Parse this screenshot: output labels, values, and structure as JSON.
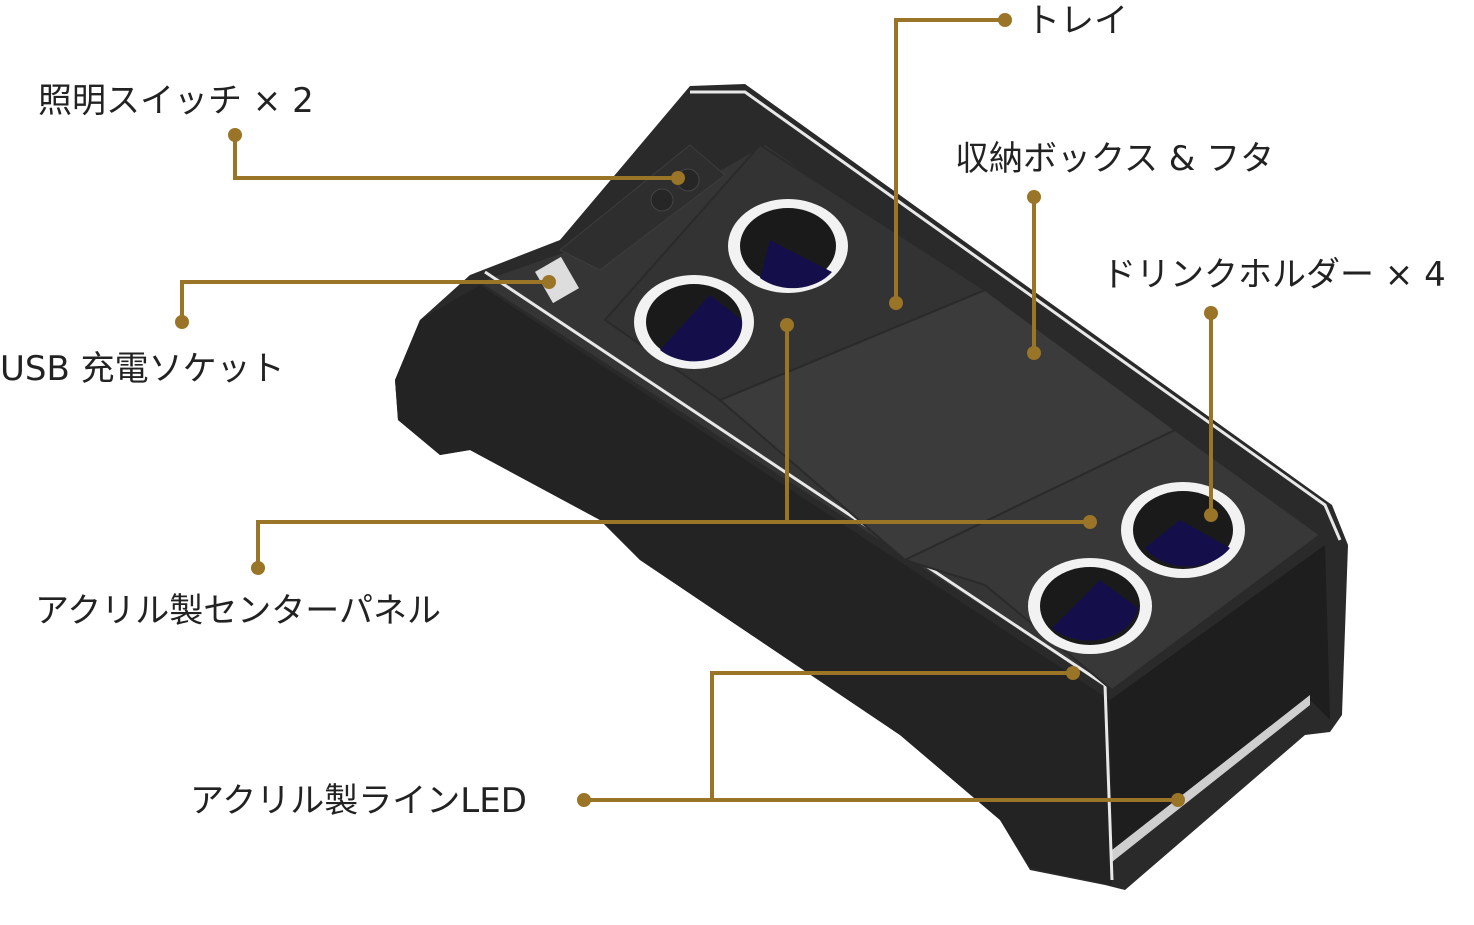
{
  "colors": {
    "callout": "#9a7427",
    "body": "#2a2a2a",
    "cup_inner": "#140f4a",
    "text": "#222222"
  },
  "labels": {
    "light_switch": "照明スイッチ × 2",
    "tray": "トレイ",
    "storage_box": "収納ボックス & フタ",
    "drink_holder": "ドリンクホルダー × 4",
    "usb": "USB 充電ソケット",
    "center_panel": "アクリル製センターパネル",
    "line_led": "アクリル製ラインLED"
  }
}
